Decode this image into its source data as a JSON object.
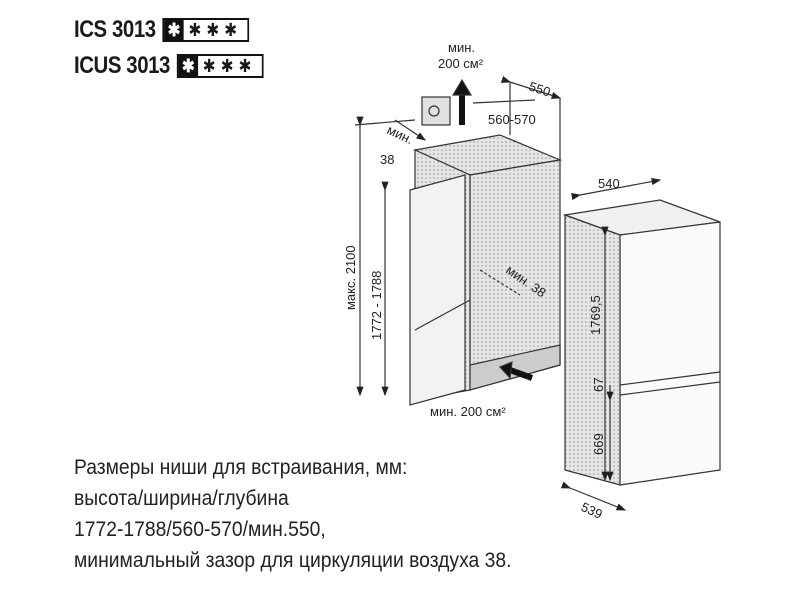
{
  "models": [
    {
      "name": "ICS 3013",
      "star_first": "✱",
      "stars_rest": "✱✱✱"
    },
    {
      "name": "ICUS 3013",
      "star_first": "✱",
      "stars_rest": "✱✱✱"
    }
  ],
  "diagram": {
    "vent_top": [
      "мин.",
      "200 см²"
    ],
    "depth_niche": "550",
    "width_niche": "560-570",
    "gap_top": [
      "мин.",
      "38"
    ],
    "height_max": "макс. 2100",
    "height_niche": "1772 - 1788",
    "gap_back": "мин. 38",
    "vent_bottom": "мин. 200 см²",
    "appliance_width": "540",
    "appliance_height": "1769,5",
    "divider": "67",
    "lower_height": "669",
    "appliance_depth": "539"
  },
  "caption": [
    "Размеры ниши для встраивания, мм:",
    "высота/ширина/глубина",
    "1772-1788/560-570/мин.550,",
    "минимальный зазор для циркуляции воздуха 38."
  ]
}
